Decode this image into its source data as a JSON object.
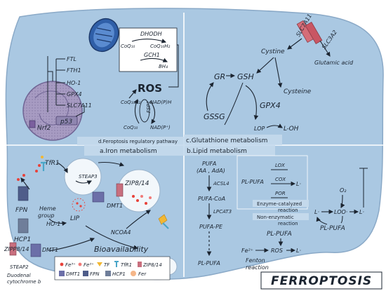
{
  "title": "FERROPTOSIS",
  "sections": {
    "regulatory": "d.Feroptosis regulatory pathway",
    "glutathione": "c.Glutathione metabolism",
    "iron": "a.Iron metabolism",
    "lipid": "b.Lipid metabolism"
  },
  "regulatory": {
    "genes": [
      "FTL",
      "FTH1",
      "HO-1",
      "GPX4",
      "SLC7A11"
    ],
    "nrf2": "Nrf2",
    "p53": "p53",
    "dhodh": "DHODH",
    "coq10": "CoQ₁₀",
    "coq10h2": "CoQ₁₀H₂",
    "gch1": "GCH1",
    "bh4": "BH₄",
    "ros": "ROS",
    "fsp1": "FSP1",
    "coq10h2_b": "CoQ₁₀H₂",
    "coq10_b": "CoQ₁₀",
    "nadph": "NAD(P)H",
    "nadp": "NAD(P⁺)"
  },
  "glutathione": {
    "slc7a11": "SLC7A11",
    "slc3a2": "SLC3A2",
    "cystine": "Cystine",
    "glutamic": "Glutamic acid",
    "gr": "GR",
    "gsh": "GSH",
    "cysteine": "Cysteine",
    "gssg": "GSSG",
    "gpx4": "GPX4",
    "lop": "LOP",
    "loh": "L-OH"
  },
  "iron": {
    "tfr1": "TfR1",
    "steap3": "STEAP3",
    "fpn": "FPN",
    "heme": "Heme",
    "group": "group",
    "ho1": "HO-1",
    "hcp1": "HCP1",
    "lip": "LIP",
    "zip814_top": "ZIP8/14",
    "dmt1_top": "DMT1",
    "ncoa4": "NCOA4",
    "bioavailability": "Bioavailability",
    "zip814_bottom": "ZIPP8/14",
    "dmt1_bottom": "DMT1",
    "steap2": "STEAP2",
    "duodenal": "Duodenal",
    "cytochrome": "cytochrome b"
  },
  "lipid": {
    "pufa": "PUFA",
    "aa_ada": "(AA , AdA)",
    "acsl4": "ACSL4",
    "pufa_coa": "PUFA-CoA",
    "lpcat3": "LPCAT3",
    "pufa_pe": "PUFA-PE",
    "pl_pufa_bottom": "PL-PUFA",
    "pl_pufa_mid": "PL-PUFA",
    "lox": "LOX",
    "cox": "COX",
    "por": "POR",
    "l_dot": "L·",
    "enzyme": "Enzyme-catalyzed",
    "enzyme2": "reaction",
    "nonenzyme": "Non-enzymatic",
    "nonenzyme2": "reaction",
    "pl_pufa_right": "PL-PUFA",
    "fe2": "Fe²⁺",
    "ros": "ROS",
    "l_dot2": "L·",
    "fenton": "Fenton",
    "fenton2": "reaction",
    "o2": "O₂",
    "l_left": "L·",
    "loo": "LOO·",
    "l_right": "L·",
    "pl_pufa_cycle": "PL-PUFA"
  },
  "legend": {
    "items": [
      "Fe³⁺",
      "Fe²⁺",
      "TF",
      "TfR1",
      "ZIP8/14",
      "DMT1",
      "FPN",
      "HCP1",
      "Fer"
    ]
  },
  "colors": {
    "cell": "#aac8e2",
    "nucleus": "#a79bc2",
    "fe3": "#e8423a",
    "fe2": "#f07a78",
    "tf": "#f2b732",
    "tfr1": "#4aa6c8",
    "zip": "#c86f7e",
    "dmt1": "#6c6fa8",
    "fpn": "#4f5d8a",
    "hcp1": "#6f7e9a",
    "fer": "#f5b689"
  }
}
